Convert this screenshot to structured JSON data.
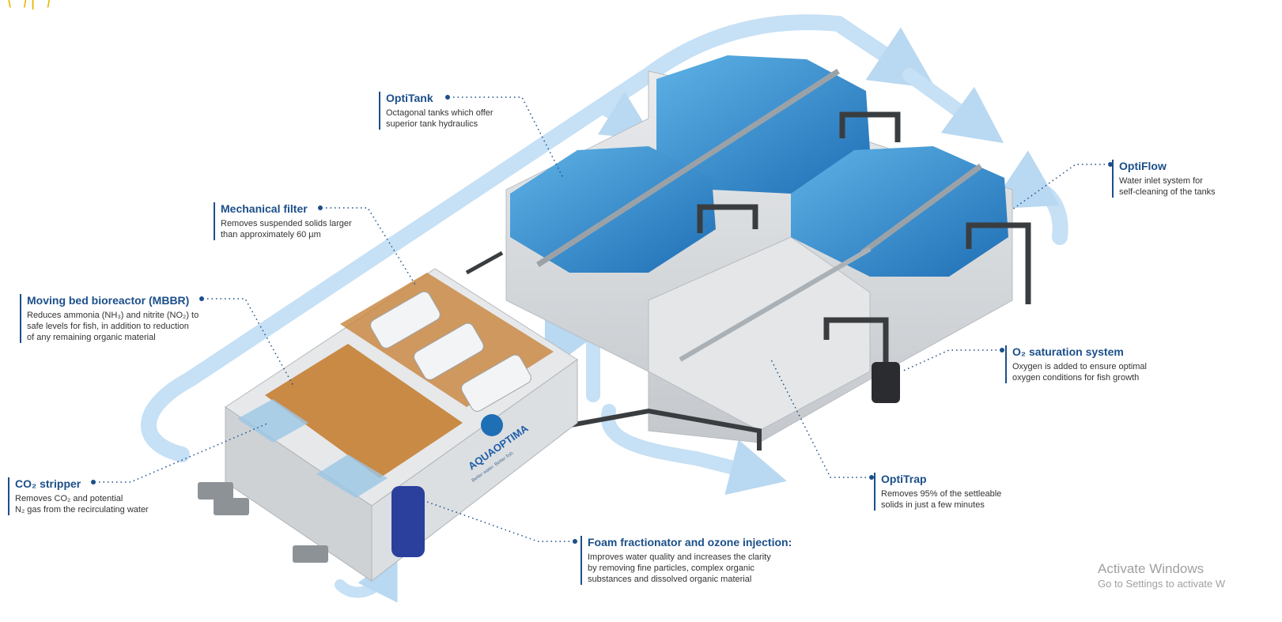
{
  "logo_fragment": "\\ /| /",
  "callouts": {
    "optitank": {
      "title": "OptiTank",
      "lines": [
        "Octagonal tanks which offer",
        "superior tank hydraulics"
      ]
    },
    "mechanical_filter": {
      "title": "Mechanical filter",
      "lines": [
        "Removes suspended solids larger",
        "than approximately 60 µm"
      ]
    },
    "mbbr": {
      "title": "Moving bed bioreactor (MBBR)",
      "lines": [
        "Reduces ammonia (NH₃) and nitrite (NO₂) to",
        "safe levels for fish, in addition to reduction",
        "of any remaining organic material"
      ]
    },
    "co2_stripper": {
      "title": "CO₂ stripper",
      "lines": [
        "Removes CO₂ and potential",
        "N₂ gas from the recirculating water"
      ]
    },
    "foam_fractionator": {
      "title": "Foam fractionator and ozone injection:",
      "lines": [
        "Improves water quality and increases the clarity",
        "by removing fine particles, complex organic",
        "substances and dissolved organic material"
      ]
    },
    "optitrap": {
      "title": "OptiTrap",
      "lines": [
        "Removes 95% of the settleable",
        "solids in just a few minutes"
      ]
    },
    "o2_saturation": {
      "title": "O₂ saturation system",
      "lines": [
        "Oxygen is added to ensure optimal",
        "oxygen conditions for fish growth"
      ]
    },
    "optiflow": {
      "title": "OptiFlow",
      "lines": [
        "Water inlet system for",
        "self-cleaning of the tanks"
      ]
    }
  },
  "brand": {
    "name": "AQUAOPTIMA",
    "tagline": "Better water. Better fish."
  },
  "watermark": {
    "line1": "Activate Windows",
    "line2": "Go to Settings to activate W"
  },
  "colors": {
    "accent": "#1b4f8a",
    "water": "#2f86c9",
    "concrete": "#d9dcdf",
    "media": "#c98a46",
    "flow_arrow": "#b9d8f1"
  }
}
